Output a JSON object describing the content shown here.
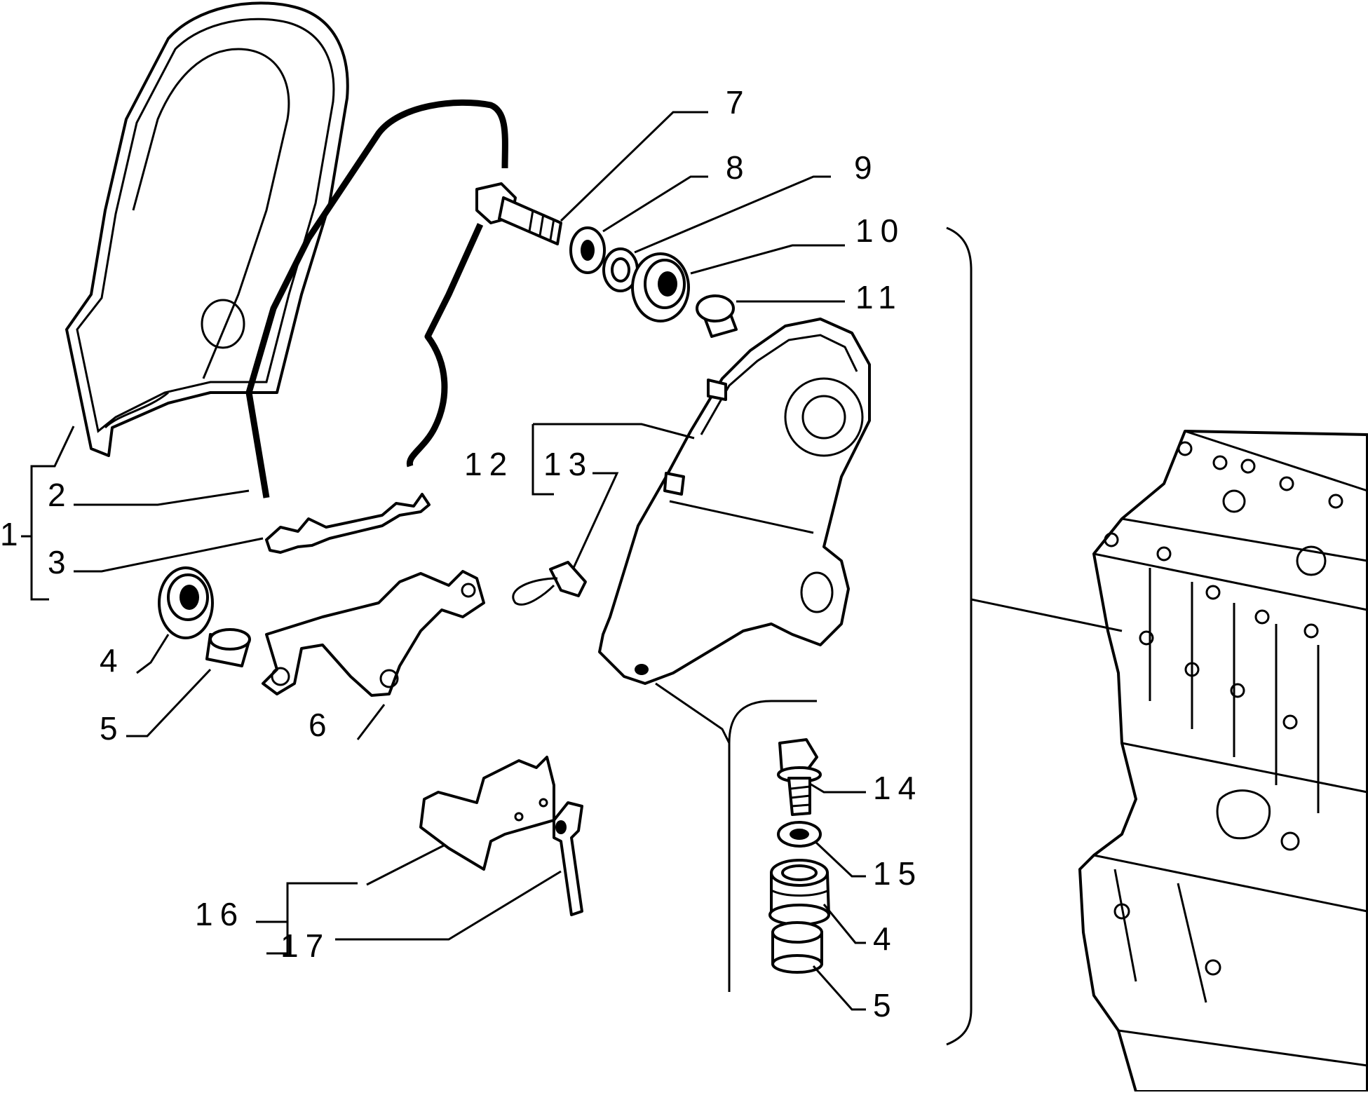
{
  "diagram": {
    "callouts": [
      {
        "id": "c1",
        "text": "1"
      },
      {
        "id": "c2",
        "text": "2"
      },
      {
        "id": "c3",
        "text": "3"
      },
      {
        "id": "c4a",
        "text": "4"
      },
      {
        "id": "c5a",
        "text": "5"
      },
      {
        "id": "c6",
        "text": "6"
      },
      {
        "id": "c7",
        "text": "7"
      },
      {
        "id": "c8",
        "text": "8"
      },
      {
        "id": "c9",
        "text": "9"
      },
      {
        "id": "c10",
        "text": "10"
      },
      {
        "id": "c11",
        "text": "11"
      },
      {
        "id": "c12",
        "text": "12"
      },
      {
        "id": "c13",
        "text": "13"
      },
      {
        "id": "c14",
        "text": "14"
      },
      {
        "id": "c15",
        "text": "15"
      },
      {
        "id": "c4b",
        "text": "4"
      },
      {
        "id": "c5b",
        "text": "5"
      },
      {
        "id": "c16",
        "text": "16"
      },
      {
        "id": "c17",
        "text": "17"
      }
    ]
  }
}
